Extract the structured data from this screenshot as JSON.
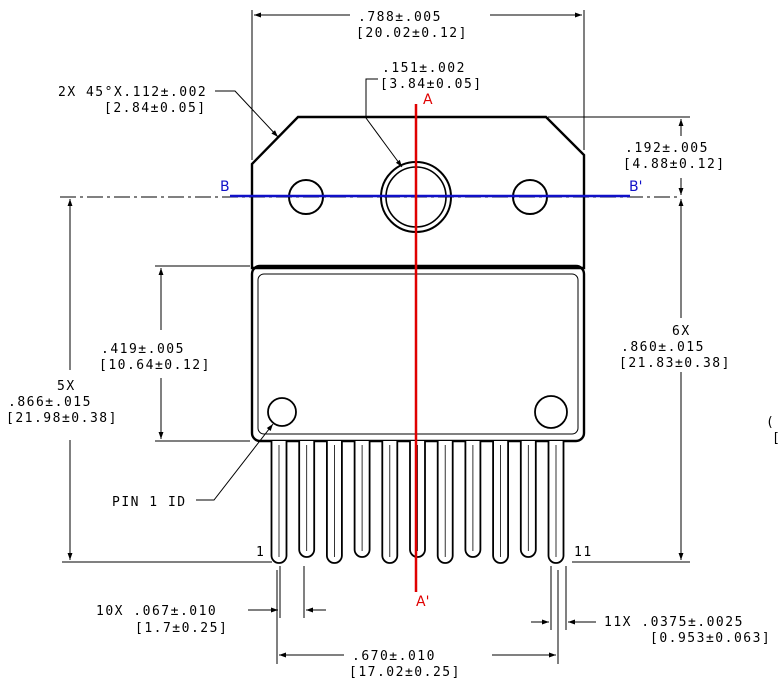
{
  "colors": {
    "section_a": "#e00000",
    "section_b": "#1010c8",
    "linework": "#000000"
  },
  "section_labels": {
    "a": "A",
    "a_prime": "A'",
    "b": "B",
    "b_prime": "B'"
  },
  "dims": {
    "overall_width": {
      "in": ".788±.005",
      "mm": "[20.02±0.12]"
    },
    "chamfer": {
      "in": "2X 45°X.112±.002",
      "mm": "[2.84±0.05]"
    },
    "hole_dia": {
      "in": ".151±.002",
      "mm": "[3.84±0.05]"
    },
    "tab_to_hole": {
      "in": ".192±.005",
      "mm": "[4.88±0.12]"
    },
    "body_height": {
      "in": ".419±.005",
      "mm": "[10.64±0.12]"
    },
    "odd_pin_length": {
      "count": "5X",
      "in": ".866±.015",
      "mm": "[21.98±0.38]"
    },
    "even_pin_length": {
      "count": "6X",
      "in": ".860±.015",
      "mm": "[21.83±0.38]"
    },
    "pitch": {
      "in": "10X .067±.010",
      "mm": "[1.7±0.25]"
    },
    "lead_width": {
      "in": "11X .0375±.0025",
      "mm": "[0.953±0.063]"
    },
    "row_span": {
      "in": ".670±.010",
      "mm": "[17.02±0.25]"
    },
    "partial_right": {
      "line1": "(",
      "line2": "["
    }
  },
  "pin1_label": "PIN 1 ID",
  "pin_numbers": {
    "first": "1",
    "last": "11"
  }
}
